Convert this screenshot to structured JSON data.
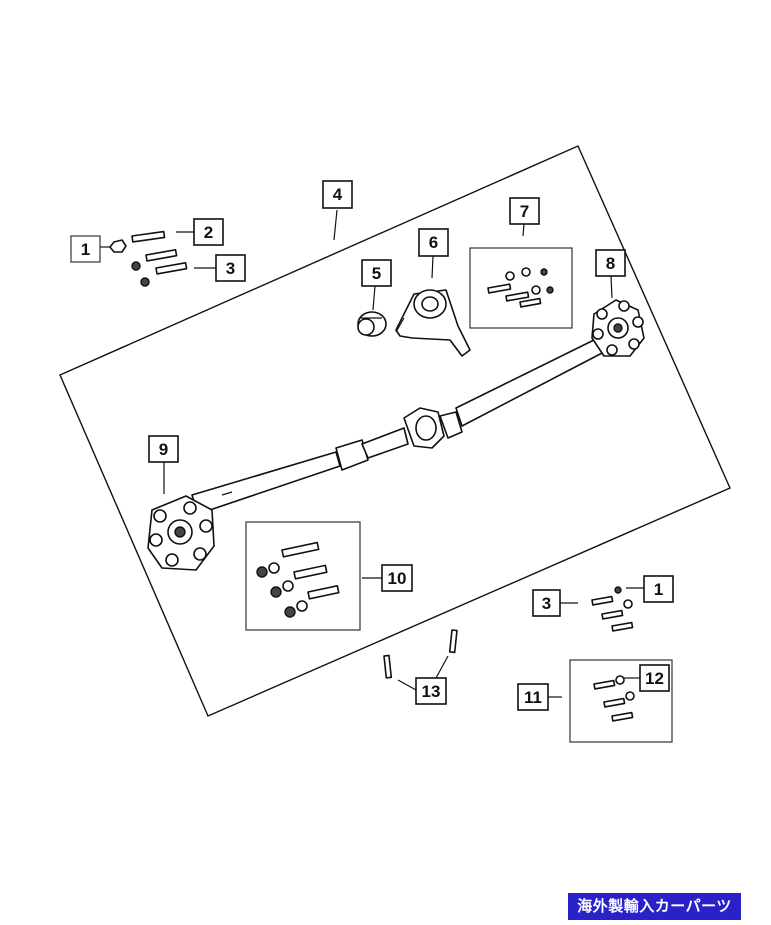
{
  "callouts": {
    "c1a": "1",
    "c2": "2",
    "c3a": "3",
    "c4": "4",
    "c5": "5",
    "c6": "6",
    "c7": "7",
    "c8": "8",
    "c9": "9",
    "c10": "10",
    "c3b": "3",
    "c1b": "1",
    "c12": "12",
    "c11": "11",
    "c13": "13"
  },
  "watermark": "海外製輸入カーパーツ"
}
